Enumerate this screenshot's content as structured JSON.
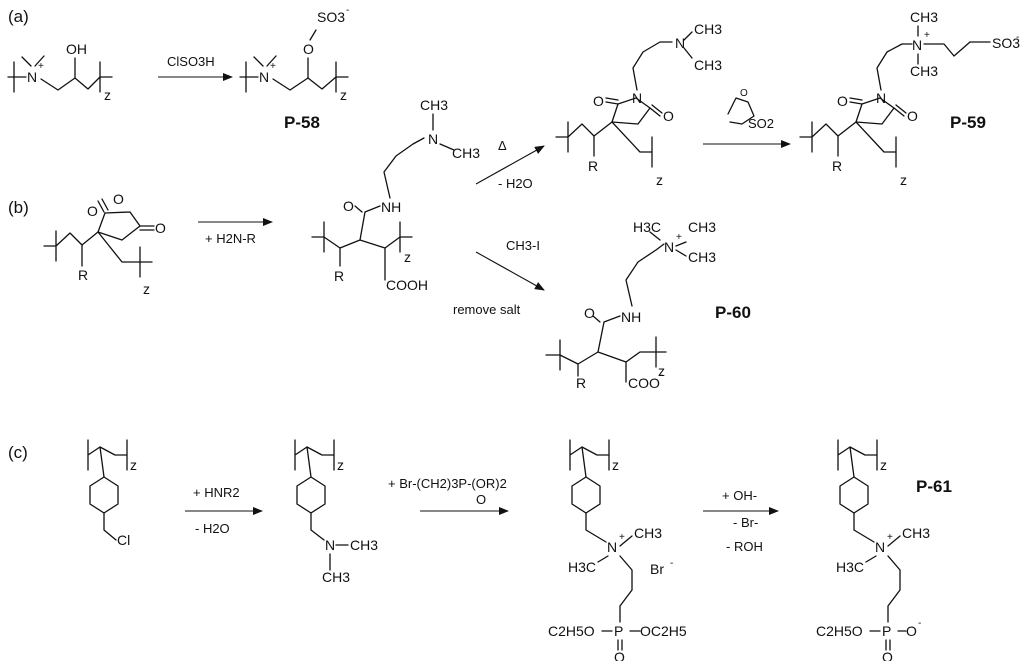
{
  "panels": {
    "a": "(a)",
    "b": "(b)",
    "c": "(c)"
  },
  "compounds": {
    "p58": "P-58",
    "p59": "P-59",
    "p60": "P-60",
    "p61": "P-61"
  },
  "conditions": {
    "a_reagent": "ClSO3H",
    "b_step1": "+ H2N-R",
    "b_heat": "Δ",
    "b_water": "- H2O",
    "b_sultone": "SO2",
    "b_methyl": "CH3-I",
    "b_salt": "remove salt",
    "c_amine": "+ HNR2",
    "c_water": "- H2O",
    "c_alkyl": "+ Br-(CH2)3P-(OR)2",
    "c_alkyl_o": "O",
    "c_oh": "+ OH-",
    "c_br": "- Br-",
    "c_roh": "- ROH"
  },
  "atoms": {
    "z": "z",
    "n": "N",
    "nplus": "+",
    "oh": "OH",
    "o": "O",
    "so3": "SO3",
    "minus": "-",
    "ch3": "CH3",
    "h3c": "H3C",
    "h": "H",
    "nh": "NH",
    "r": "R",
    "cooh": "COOH",
    "coo": "COO",
    "cl": "Cl",
    "br": "Br",
    "p": "P",
    "c2h5o": "C2H5O",
    "oc2h5": "OC2H5"
  }
}
